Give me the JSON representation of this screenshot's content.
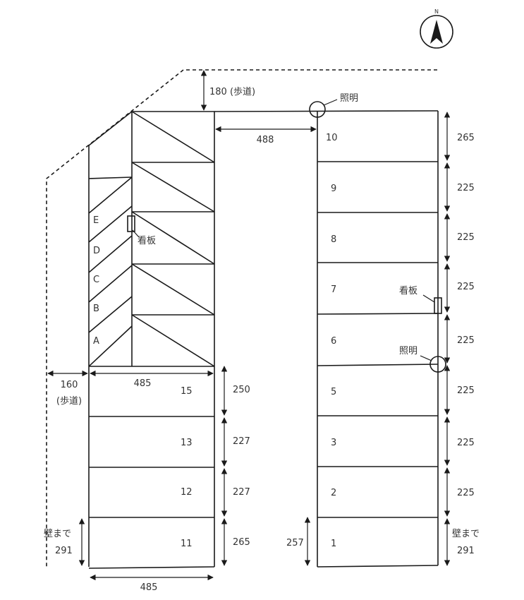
{
  "compass": {
    "label": "N"
  },
  "spaces_right": [
    "10",
    "9",
    "8",
    "7",
    "6",
    "5",
    "3",
    "2",
    "1"
  ],
  "spaces_left": [
    "15",
    "13",
    "12",
    "11"
  ],
  "bike_slots": [
    "E",
    "D",
    "C",
    "B",
    "A"
  ],
  "annotations": {
    "sidewalk_top": "180 (歩道)",
    "light": "照明",
    "sign": "看板",
    "sidewalk_left_value": "160",
    "sidewalk_left_label": "(歩道)",
    "to_wall": "壁まで"
  },
  "dimensions": {
    "aisle_width": "488",
    "left_block_width": "485",
    "bottom_width": "485",
    "aisle_bottom": "257",
    "left_rows": [
      "250",
      "227",
      "227",
      "265"
    ],
    "right_rows": [
      "265",
      "225",
      "225",
      "225",
      "225",
      "225",
      "225",
      "225"
    ],
    "left_wall": "291",
    "right_wall": "291"
  }
}
